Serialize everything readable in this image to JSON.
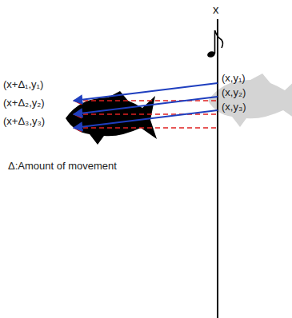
{
  "diagram": {
    "labels": [
      "x",
      "(x,y₁)",
      "(x,y₂)",
      "(x,y₃)",
      "(x+Δ₁,y₁)",
      "(x+Δ₂,y₂)",
      "(x+Δ₃,y₃)",
      "Δ:Amount of movement"
    ]
  }
}
